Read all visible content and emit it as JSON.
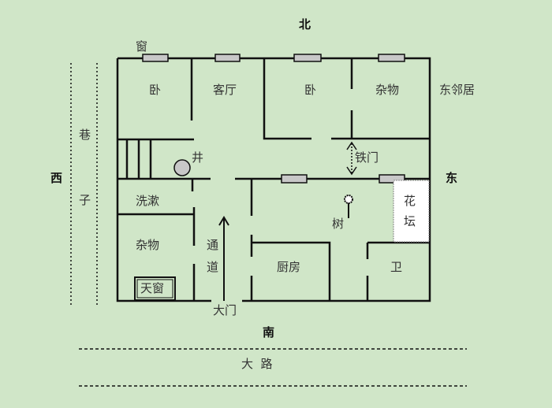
{
  "directions": {
    "north": "北",
    "south": "南",
    "east": "东",
    "west": "西"
  },
  "rooms": {
    "bedroom_left": "卧",
    "living_room": "客厅",
    "bedroom_right": "卧",
    "storage_top": "杂物",
    "storage_left": "杂物",
    "washroom": "洗漱",
    "kitchen": "厨房",
    "toilet": "卫"
  },
  "labels": {
    "window": "窗",
    "neighbor": "东邻居",
    "well": "井",
    "iron_gate": "铁门",
    "tree": "树",
    "flowerbed_1": "花",
    "flowerbed_2": "坛",
    "passage_1": "通",
    "passage_2": "道",
    "main_gate": "大门",
    "skylight": "天窗",
    "alley_1": "巷",
    "alley_2": "子",
    "road": "大  路"
  },
  "colors": {
    "background": "#d0e6c8",
    "wall": "#111111",
    "window": "#c8c8c8"
  }
}
